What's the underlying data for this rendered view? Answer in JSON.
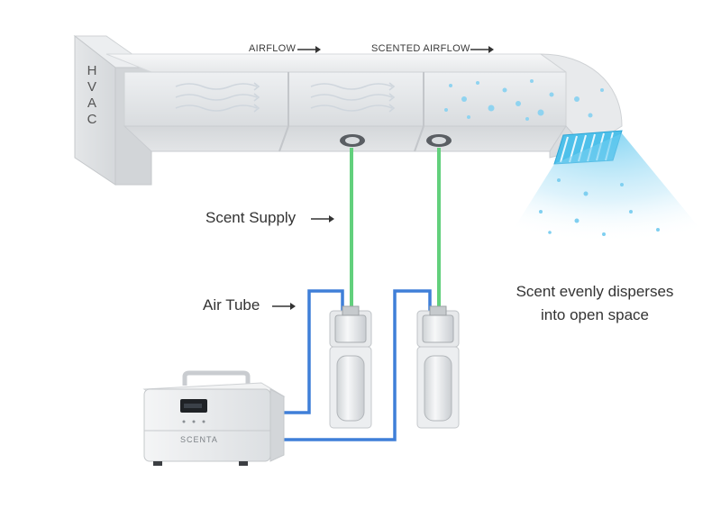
{
  "diagram": {
    "hvac_letters": [
      "H",
      "V",
      "A",
      "C"
    ],
    "airflow_label": "AIRFLOW",
    "scented_airflow_label": "SCENTED AIRFLOW",
    "scent_supply_label": "Scent Supply",
    "air_tube_label": "Air Tube",
    "disperse_line1": "Scent evenly disperses",
    "disperse_line2": "into open space",
    "machine_brand": "SCENTA",
    "colors": {
      "scent_supply_line": "#62d07c",
      "air_tube_line": "#3f7fd8",
      "mist": "#5ec8ef",
      "duct": "#e9ecef"
    },
    "icons": [
      "airflow-arrow-icon",
      "fan-nozzle-icon",
      "vent-grille-icon"
    ]
  }
}
